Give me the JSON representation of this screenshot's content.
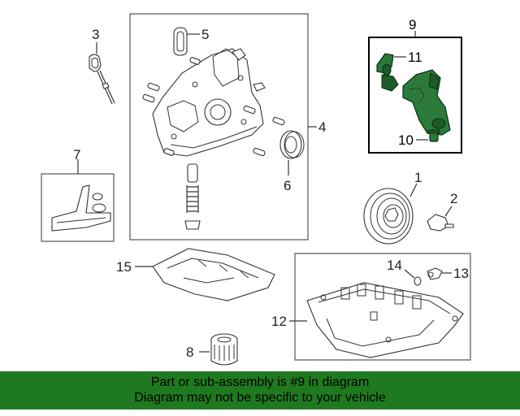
{
  "diagram": {
    "callouts": {
      "c1": "1",
      "c2": "2",
      "c3": "3",
      "c4": "4",
      "c5": "5",
      "c6": "6",
      "c7": "7",
      "c8": "8",
      "c9": "9",
      "c10": "10",
      "c11": "11",
      "c12": "12",
      "c13": "13",
      "c14": "14",
      "c15": "15"
    },
    "highlight_color": "#2b7a3a",
    "highlighted_part": "9"
  },
  "banner": {
    "line1": "Part or sub-assembly is #9 in diagram",
    "line2": "Diagram may not be specific to your vehicle",
    "background": "#1f7a1f"
  }
}
